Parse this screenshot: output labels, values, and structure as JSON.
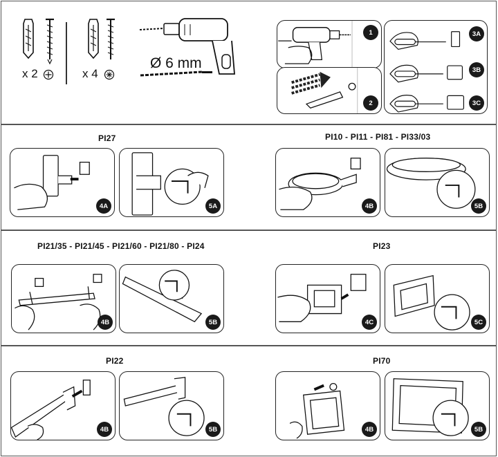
{
  "hardware": {
    "qty_left": "x 2",
    "qty_right": "x 4",
    "drill_size": "Ø 6 mm"
  },
  "steps_top": [
    "1",
    "2",
    "3A",
    "3B",
    "3C"
  ],
  "sections": [
    {
      "groups": [
        {
          "title": "PI27",
          "badges": [
            "4A",
            "5A"
          ]
        },
        {
          "title": "PI10 - PI11 - PI81 - PI33/03",
          "badges": [
            "4B",
            "5B"
          ]
        }
      ]
    },
    {
      "groups": [
        {
          "title": "PI21/35 - PI21/45 - PI21/60 - PI21/80 - PI24",
          "badges": [
            "4B",
            "5B"
          ]
        },
        {
          "title": "PI23",
          "badges": [
            "4C",
            "5C"
          ]
        }
      ]
    },
    {
      "groups": [
        {
          "title": "PI22",
          "badges": [
            "4B",
            "5B"
          ]
        },
        {
          "title": "PI70",
          "badges": [
            "4B",
            "5B"
          ]
        }
      ]
    }
  ]
}
